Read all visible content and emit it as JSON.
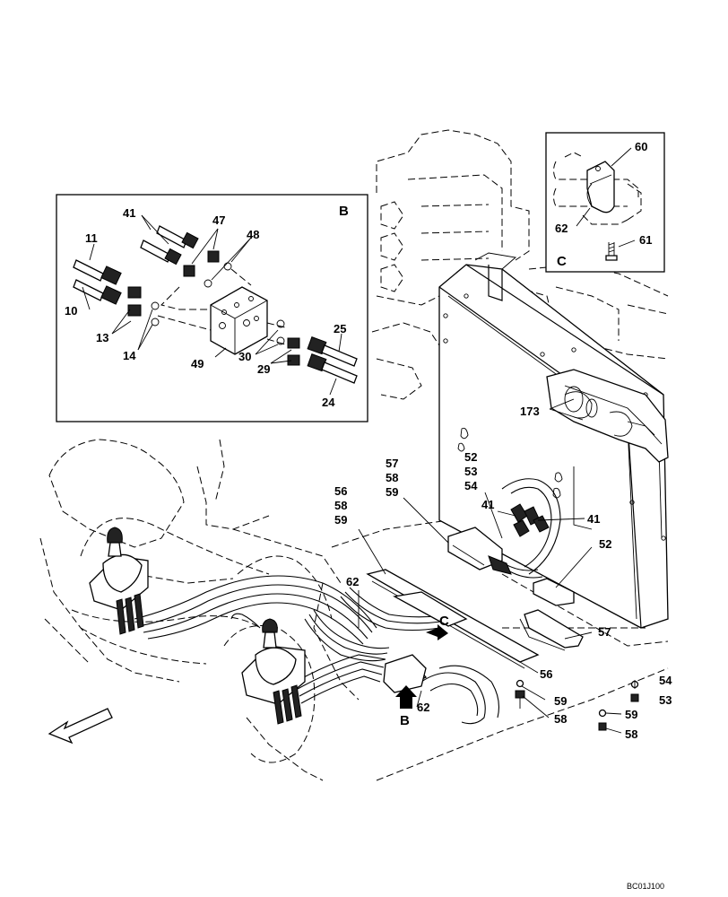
{
  "detail_b": {
    "title": "B",
    "labels": [
      "41",
      "47",
      "48",
      "11",
      "10",
      "13",
      "14",
      "49",
      "30",
      "29",
      "25",
      "24"
    ]
  },
  "detail_c": {
    "title": "C",
    "labels": [
      "60",
      "62",
      "61"
    ]
  },
  "main": {
    "labels": [
      "173",
      "57",
      "58",
      "59",
      "52",
      "53",
      "54",
      "41",
      "41",
      "56",
      "58",
      "59",
      "52",
      "62",
      "57",
      "56",
      "54",
      "53",
      "59",
      "58",
      "59",
      "58",
      "62"
    ],
    "view_b": "B",
    "view_c": "C"
  },
  "drawing_code": "BC01J100"
}
